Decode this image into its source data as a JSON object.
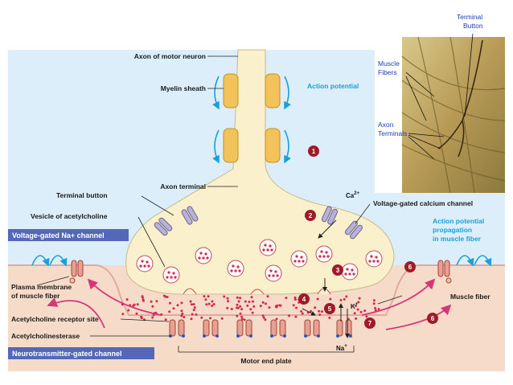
{
  "labels": {
    "axon_of_motor_neuron": "Axon of motor neuron",
    "myelin_sheath": "Myelin sheath",
    "action_potential": "Action potential",
    "axon_terminal": "Axon terminal",
    "terminal_button": "Terminal button",
    "vesicle_of_acetylcholine": "Vesicle of acetylcholine",
    "voltage_gated_calcium_channel": "Voltage-gated calcium channel",
    "ca": "Ca",
    "ca_charge": "2+",
    "voltage_gated_na_channel": "Voltage-gated Na+ channel",
    "ap_propagation_1": "Action potential",
    "ap_propagation_2": "propagation",
    "ap_propagation_3": "in muscle fiber",
    "plasma_membrane_1": "Plasma membrane",
    "plasma_membrane_2": "of muscle fiber",
    "acetylcholine_receptor_site": "Acetylcholine receptor site",
    "acetylcholinesterase": "Acetylcholinesterase",
    "neurotransmitter_gated_channel": "Neurotransmitter-gated channel",
    "motor_end_plate": "Motor end plate",
    "muscle_fiber": "Muscle fiber",
    "k_ion": "K",
    "na_ion": "Na",
    "plus": "+"
  },
  "photo_labels": {
    "terminal_button_1": "Terminal",
    "terminal_button_2": "Button",
    "muscle_fibers_1": "Muscle",
    "muscle_fibers_2": "Fibers",
    "axon_terminals_1": "Axon",
    "axon_terminals_2": "Terminals"
  },
  "steps": [
    "1",
    "2",
    "3",
    "4",
    "5",
    "6",
    "6",
    "7"
  ],
  "colors": {
    "background_blue": "#dceefa",
    "muscle_peach": "#f6dcc8",
    "neuron_cream": "#fbf0cc",
    "myelin_gold": "#f2c35a",
    "step_red": "#9e1b2a",
    "label_box_blue": "#5568b8",
    "acetylcholine_red": "#d42a4a",
    "arrow_pink": "#d8347a",
    "action_potential_cyan": "#1aa0d8"
  }
}
